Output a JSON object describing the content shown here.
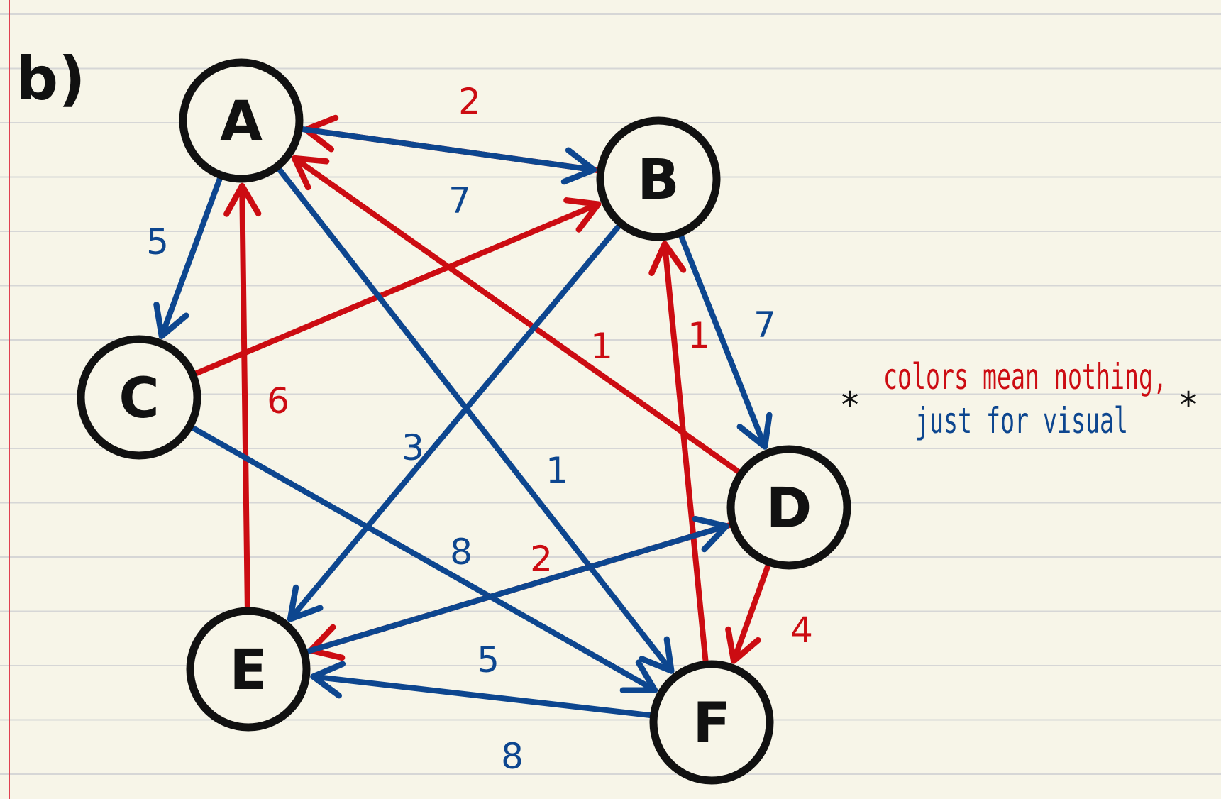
{
  "part_label": "b)",
  "colors": {
    "red": "#cc0c12",
    "blue": "#0d468f",
    "ink": "#111111",
    "paper": "#f7f5e8",
    "rule": "#d6d6d6",
    "margin": "#e04050"
  },
  "nodes": [
    {
      "id": "A",
      "label": "A"
    },
    {
      "id": "B",
      "label": "B"
    },
    {
      "id": "C",
      "label": "C"
    },
    {
      "id": "D",
      "label": "D"
    },
    {
      "id": "E",
      "label": "E"
    },
    {
      "id": "F",
      "label": "F"
    }
  ],
  "edges": [
    {
      "from": "B",
      "to": "A",
      "weight": "2",
      "color": "red"
    },
    {
      "from": "A",
      "to": "B",
      "weight": "7",
      "color": "blue"
    },
    {
      "from": "A",
      "to": "C",
      "weight": "5",
      "color": "blue"
    },
    {
      "from": "C",
      "to": "B",
      "weight": "",
      "color": "red"
    },
    {
      "from": "E",
      "to": "A",
      "weight": "6",
      "color": "red"
    },
    {
      "from": "D",
      "to": "A",
      "weight": "1",
      "color": "red"
    },
    {
      "from": "A",
      "to": "F",
      "weight": "1",
      "color": "blue"
    },
    {
      "from": "B",
      "to": "E",
      "weight": "3",
      "color": "blue"
    },
    {
      "from": "F",
      "to": "B",
      "weight": "1",
      "color": "red"
    },
    {
      "from": "B",
      "to": "D",
      "weight": "7",
      "color": "blue"
    },
    {
      "from": "C",
      "to": "F",
      "weight": "8",
      "color": "blue"
    },
    {
      "from": "D",
      "to": "E",
      "weight": "2",
      "color": "red"
    },
    {
      "from": "E",
      "to": "D",
      "weight": "5",
      "color": "blue"
    },
    {
      "from": "D",
      "to": "F",
      "weight": "4",
      "color": "red"
    },
    {
      "from": "F",
      "to": "E",
      "weight": "8",
      "color": "blue"
    }
  ],
  "note": {
    "star": "*",
    "line1": "colors mean nothing,",
    "line2": "just for visual"
  }
}
